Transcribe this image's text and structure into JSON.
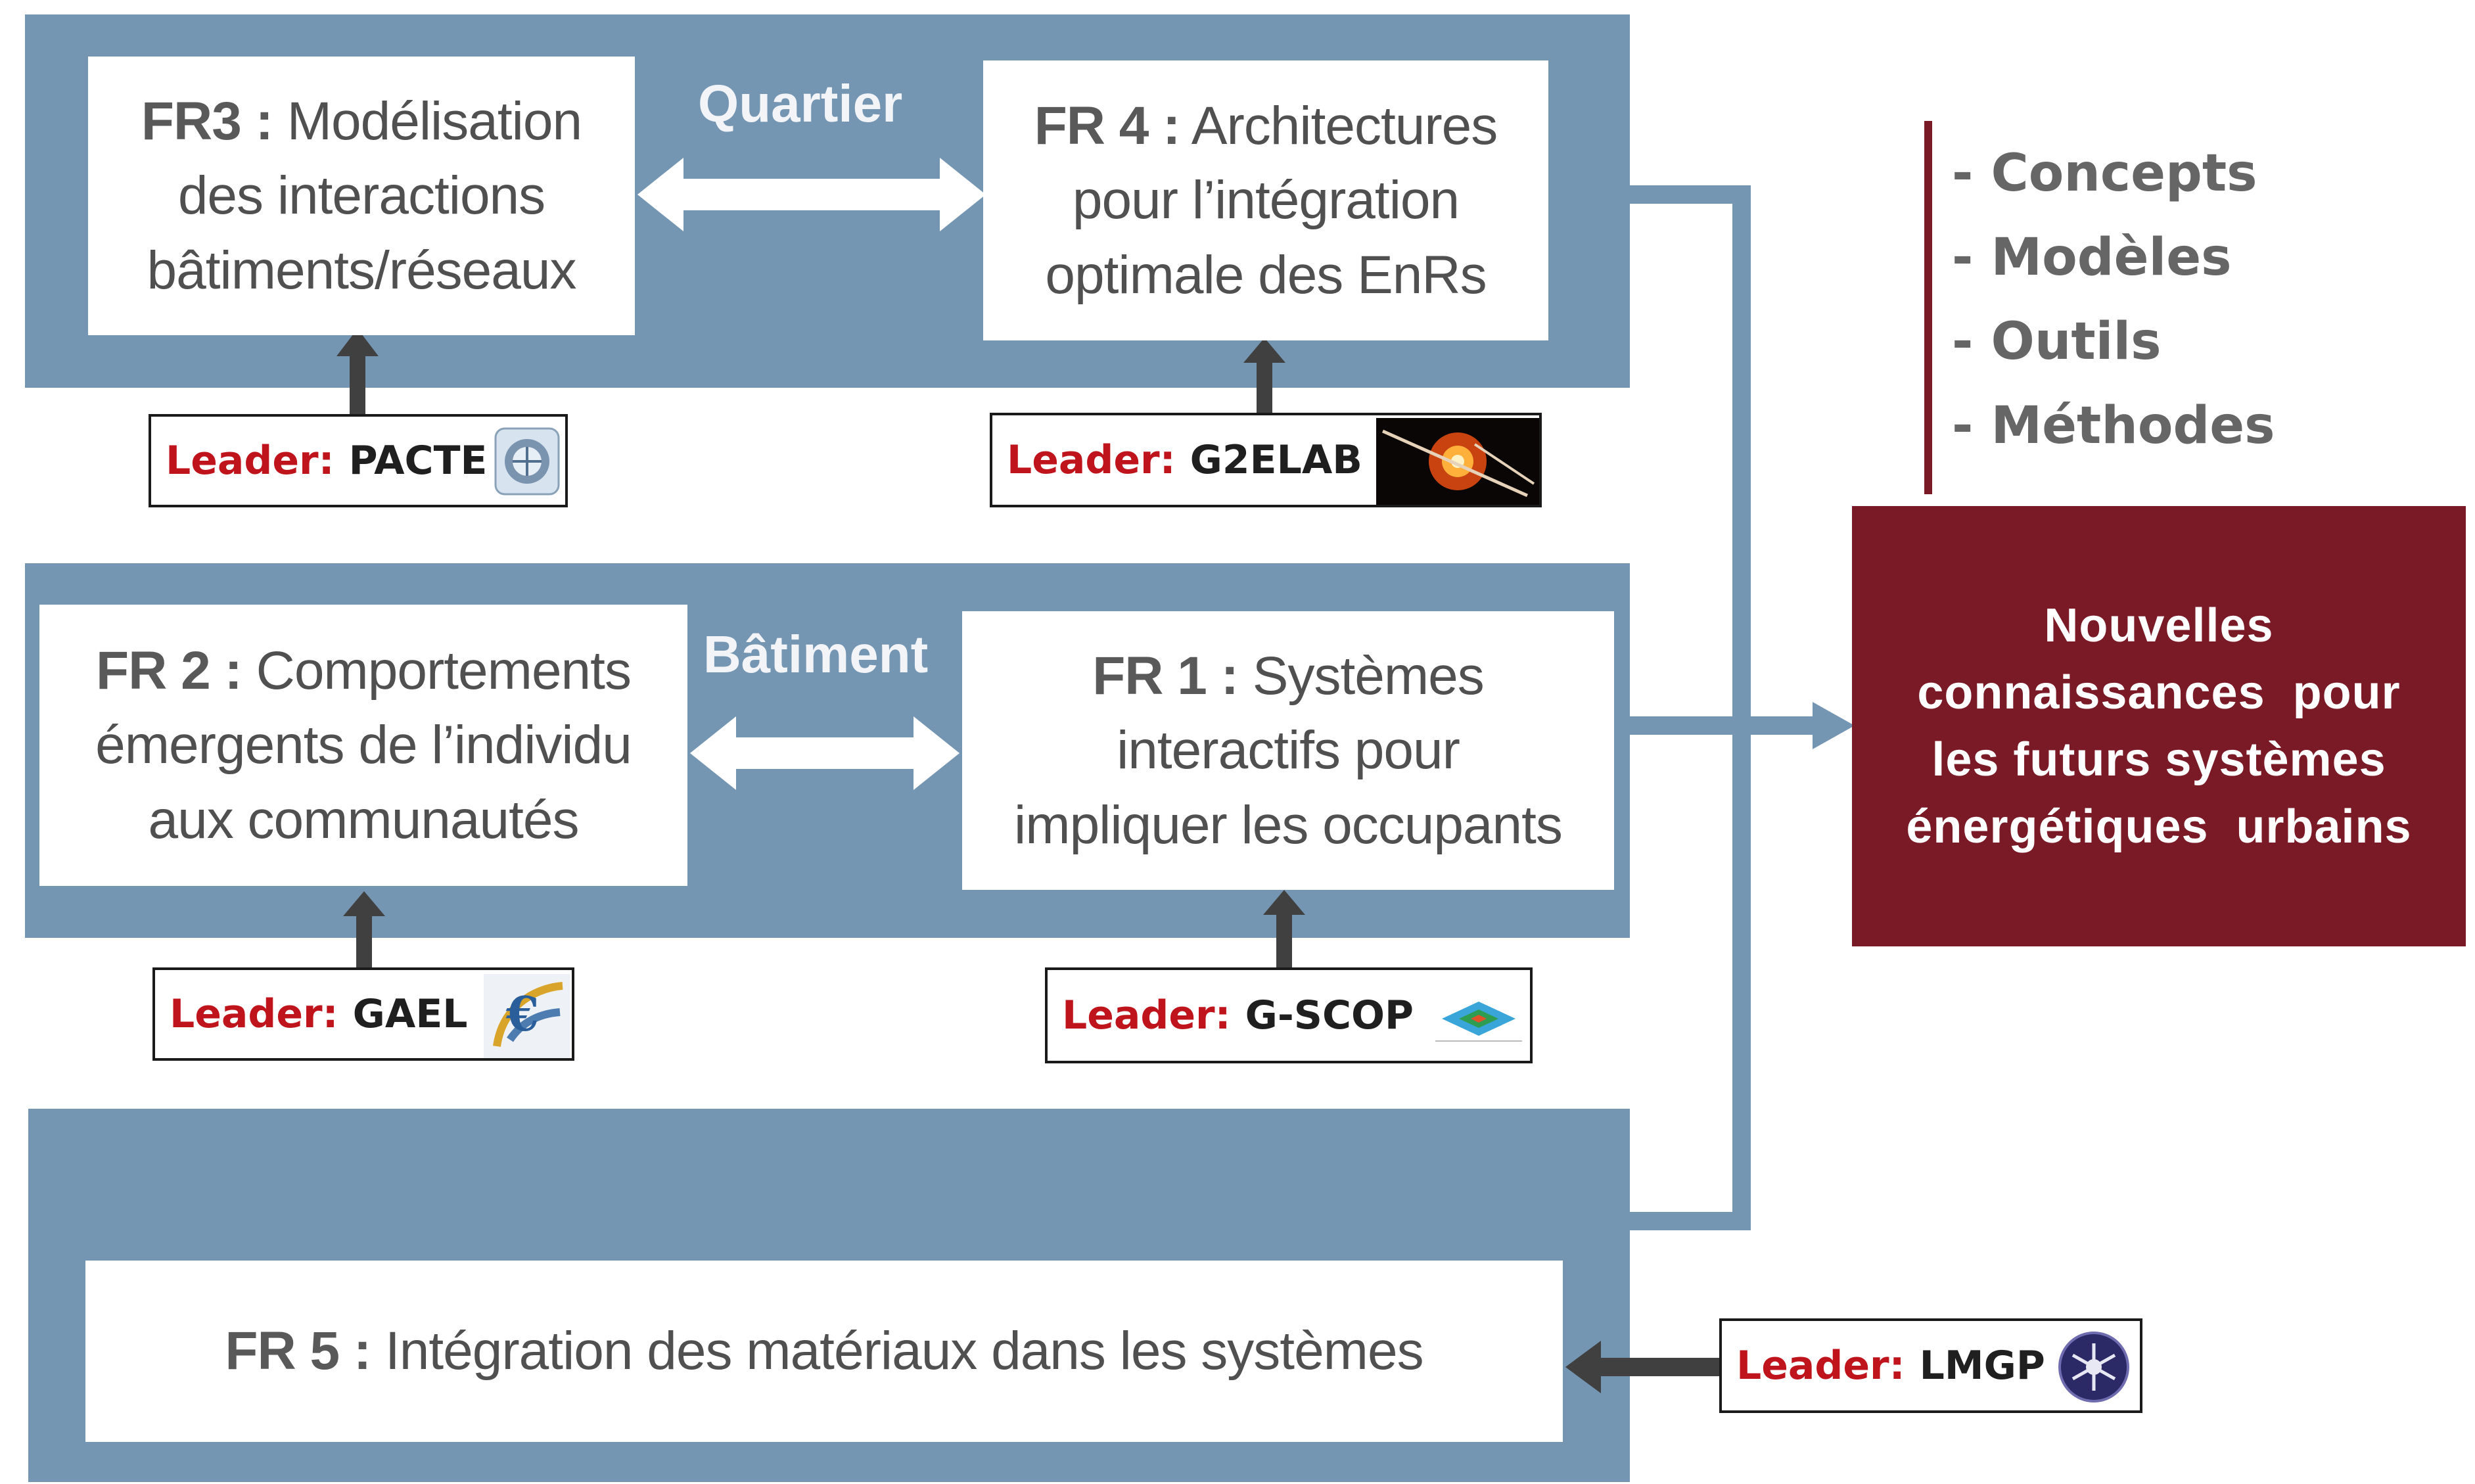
{
  "levels": {
    "quartier": "Quartier",
    "batiment": "Bâtiment"
  },
  "boxes": {
    "fr3": {
      "code": "FR3 :",
      "line1": "Modélisation",
      "line2": "des interactions",
      "line3": "bâtiments/réseaux"
    },
    "fr4": {
      "code": "FR 4 :",
      "line1": "Architectures",
      "line2": "pour l’intégration",
      "line3": "optimale des EnRs"
    },
    "fr2": {
      "code": "FR 2 :",
      "line1": "Comportements",
      "line2": "émergents de l’individu",
      "line3": "aux communautés"
    },
    "fr1": {
      "code": "FR 1 :",
      "line1": "Systèmes",
      "line2": "interactifs pour",
      "line3": "impliquer les occupants"
    },
    "fr5": {
      "code": "FR 5 :",
      "line1": "Intégration des matériaux dans les systèmes"
    }
  },
  "leaders": {
    "prefix": "Leader:",
    "pacte": "PACTE",
    "g2elab": "G2ELAB",
    "gael": "GAEL",
    "gscop": "G-SCOP",
    "lmgp": "LMGP"
  },
  "outputs": [
    "- Concepts",
    "- Modèles",
    "- Outils",
    "- Méthodes"
  ],
  "result": {
    "line1": "Nouvelles",
    "line2": "connaissances  pour",
    "line3": "les futurs systèmes",
    "line4": "énergétiques  urbains"
  },
  "colors": {
    "panel": "#7596b3",
    "result": "#7a1a26",
    "leader_label": "#c0141c"
  }
}
